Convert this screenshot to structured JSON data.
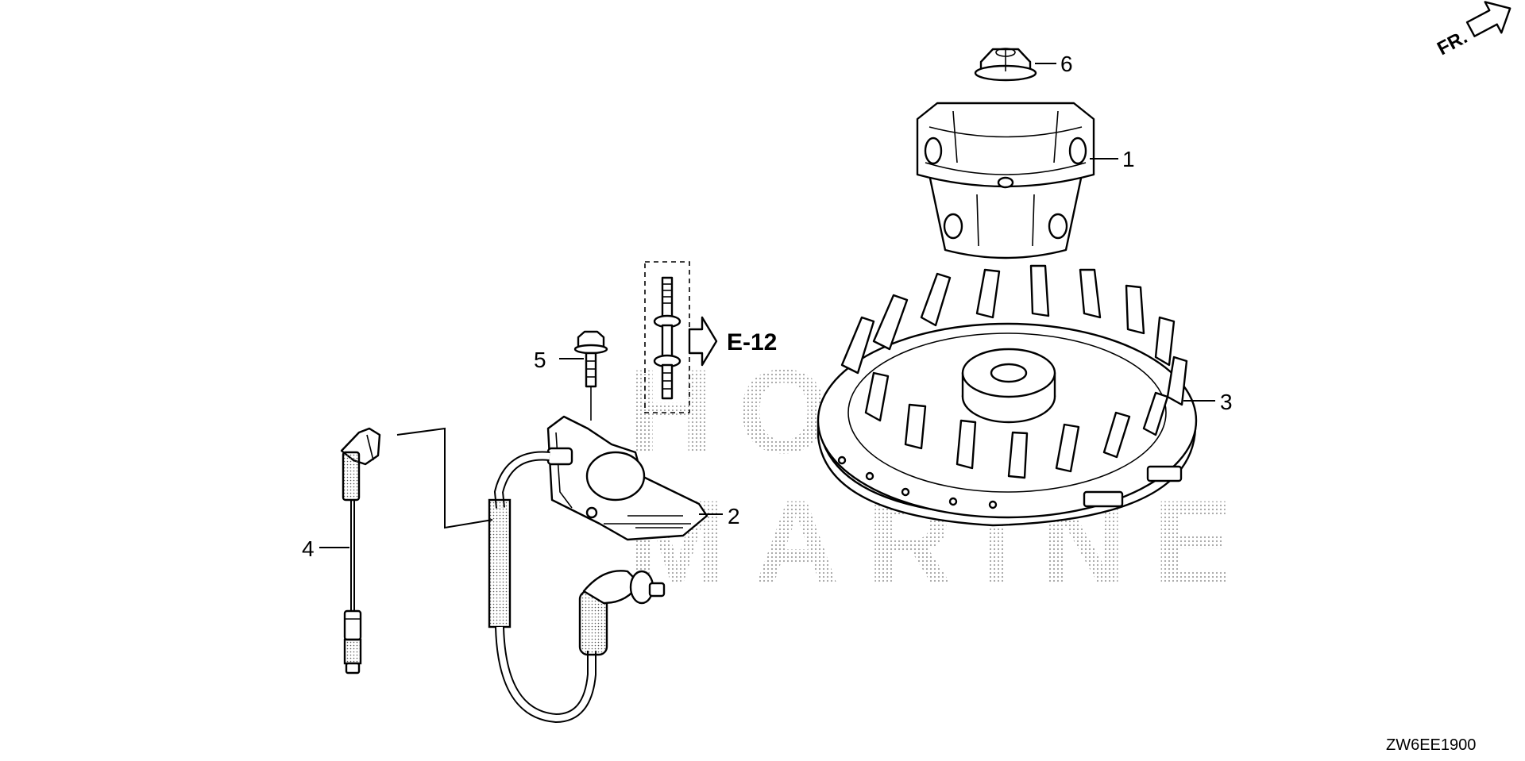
{
  "diagram": {
    "callouts": [
      "6",
      "1",
      "3",
      "5",
      "2",
      "4"
    ],
    "reference_label": "E-12",
    "direction_label": "FR.",
    "diagram_code": "ZW6EE1900",
    "watermark": "HONDA MARINE"
  },
  "colors": {
    "line": "#000000",
    "background": "#ffffff",
    "watermark": "#bfbfbf"
  }
}
